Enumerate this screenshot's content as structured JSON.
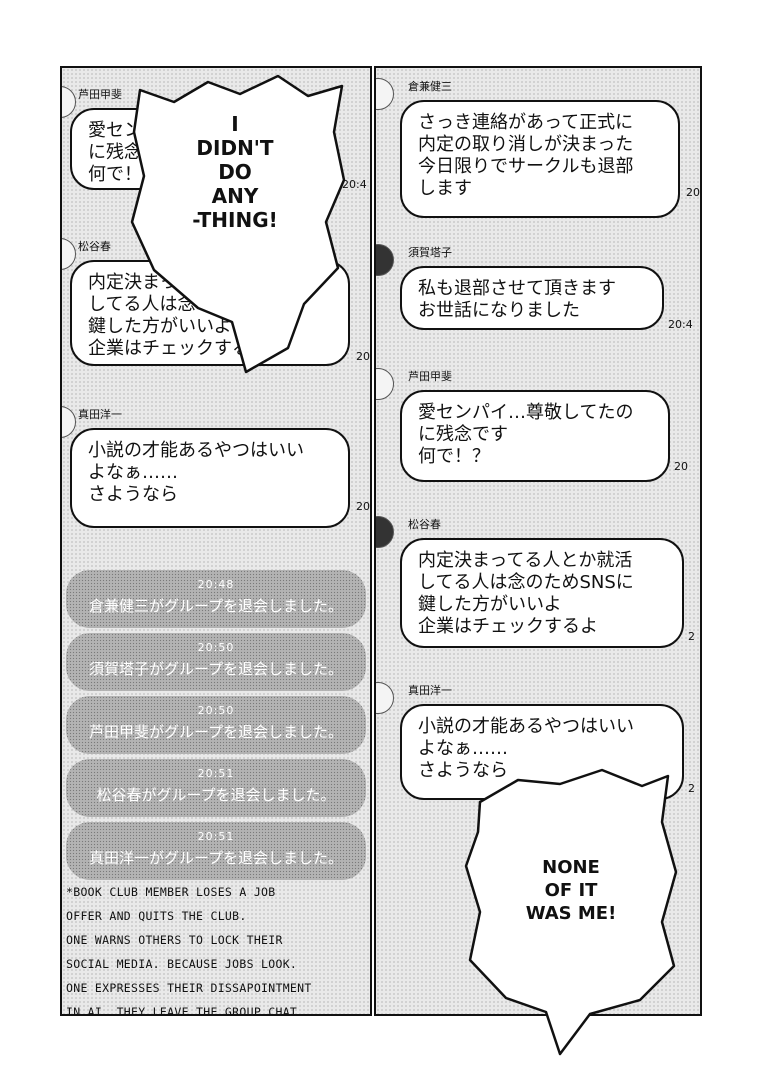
{
  "left_panel": {
    "messages": [
      {
        "name": "芦田甲斐",
        "text": "愛センパイ…尊敬してたの\nに残念です\n何で！？",
        "time": "20:4"
      },
      {
        "name": "松谷春",
        "text": "内定決まってる人とか就活\nしてる人は念のためSNSに\n鍵した方がいいよ\n企業はチェックするよ",
        "time": "20"
      },
      {
        "name": "真田洋一",
        "text": "小説の才能あるやつはいい\nよなぁ……\nさようなら",
        "time": "20"
      }
    ],
    "system_messages": [
      {
        "time": "20:48",
        "text": "倉兼健三がグループを退会しました。"
      },
      {
        "time": "20:50",
        "text": "須賀塔子がグループを退会しました。"
      },
      {
        "time": "20:50",
        "text": "芦田甲斐がグループを退会しました。"
      },
      {
        "time": "20:51",
        "text": "松谷春がグループを退会しました。"
      },
      {
        "time": "20:51",
        "text": "真田洋一がグループを退会しました。"
      }
    ],
    "translator_note": "*Book club member loses a job\noffer and quits the club.\nOne warns others to lock their\nsocial media. Because jobs look.\nOne expresses their dissapointment\nin AI. They leave the group chat."
  },
  "right_panel": {
    "messages": [
      {
        "name": "倉兼健三",
        "text": "さっき連絡があって正式に\n内定の取り消しが決まった\n今日限りでサークルも退部\nします",
        "time": "20:"
      },
      {
        "name": "須賀塔子",
        "text": "私も退部させて頂きます\nお世話になりました",
        "time": "20:4"
      },
      {
        "name": "芦田甲斐",
        "text": "愛センパイ…尊敬してたの\nに残念です\n何で！？",
        "time": "20"
      },
      {
        "name": "松谷春",
        "text": "内定決まってる人とか就活\nしてる人は念のためSNSに\n鍵した方がいいよ\n企業はチェックするよ",
        "time": "2"
      },
      {
        "name": "真田洋一",
        "text": "小説の才能あるやつはいい\nよなぁ……\nさようなら",
        "time": "2"
      }
    ]
  },
  "shout_bubbles": {
    "left": "I\nDIDN'T\nDO\nANY\n-THING!",
    "right": "NONE\nOF IT\nWAS ME!"
  }
}
